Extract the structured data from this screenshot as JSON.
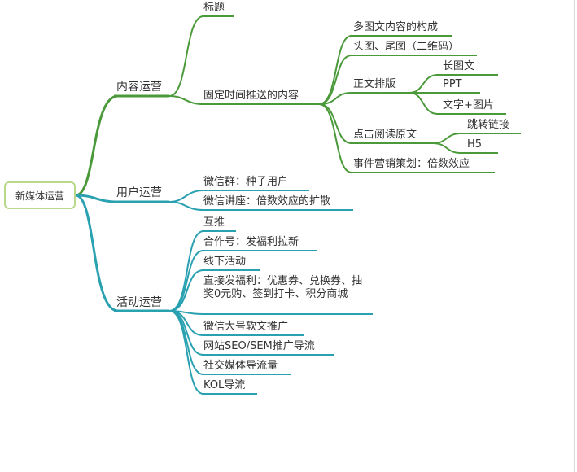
{
  "mindmap": {
    "root": "新媒体运营",
    "branches": [
      {
        "label": "内容运营",
        "color": "#4a9a3a",
        "children": [
          {
            "label": "标题"
          },
          {
            "label": "固定时间推送的内容",
            "children": [
              {
                "label": "多图文内容的构成"
              },
              {
                "label": "头图、尾图（二维码）"
              },
              {
                "label": "正文排版",
                "children": [
                  {
                    "label": "长图文"
                  },
                  {
                    "label": "PPT"
                  },
                  {
                    "label": "文字+图片"
                  }
                ]
              },
              {
                "label": "点击阅读原文",
                "children": [
                  {
                    "label": "跳转链接"
                  },
                  {
                    "label": "H5"
                  }
                ]
              },
              {
                "label": "事件营销策划：倍数效应"
              }
            ]
          }
        ]
      },
      {
        "label": "用户运营",
        "color": "#2aa1b0",
        "children": [
          {
            "label": "微信群：种子用户"
          },
          {
            "label": "微信讲座：倍数效应的扩散"
          }
        ]
      },
      {
        "label": "活动运营",
        "color": "#2aa1b0",
        "children": [
          {
            "label": "互推"
          },
          {
            "label": "合作号：发福利拉新"
          },
          {
            "label": "线下活动"
          },
          {
            "label": "直接发福利：优惠券、兑换券、抽奖0元购、签到打卡、积分商城"
          },
          {
            "label": "微信大号软文推广"
          },
          {
            "label": "网站SEO/SEM推广导流"
          },
          {
            "label": "社交媒体导流量"
          },
          {
            "label": "KOL导流"
          }
        ]
      }
    ]
  }
}
